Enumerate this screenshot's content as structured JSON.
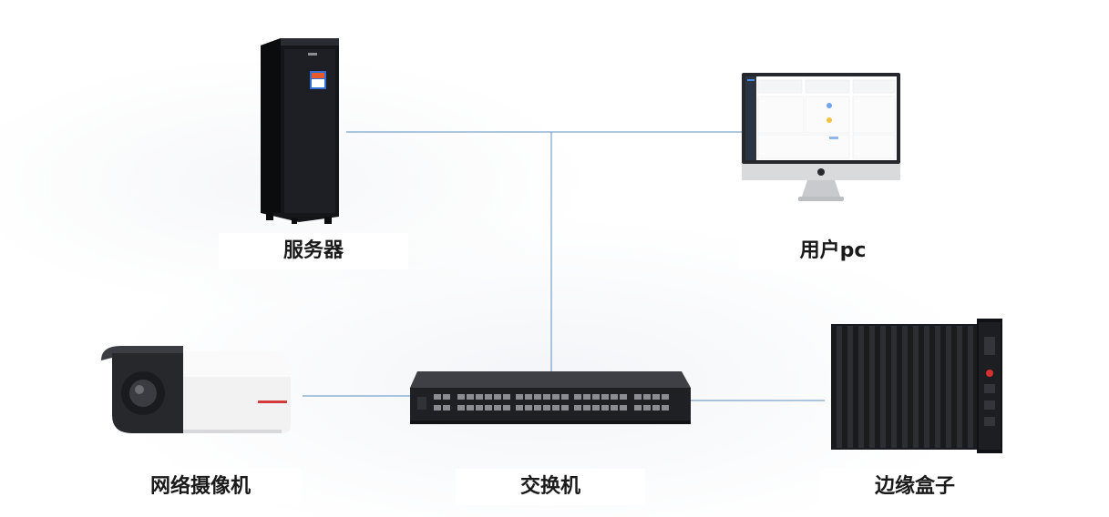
{
  "nodes": {
    "server": {
      "label": "服务器"
    },
    "user_pc": {
      "label": "用户pc"
    },
    "camera": {
      "label": "网络摄像机"
    },
    "switch": {
      "label": "交换机"
    },
    "edge_box": {
      "label": "边缘盒子"
    }
  },
  "edges": [
    {
      "from": "server",
      "to": "switch"
    },
    {
      "from": "user_pc",
      "to": "switch"
    },
    {
      "from": "camera",
      "to": "switch"
    },
    {
      "from": "edge_box",
      "to": "switch"
    }
  ],
  "colors": {
    "link": "#5b8fc2",
    "device_dark": "#1c1d21",
    "label_text": "#1a1a1a"
  }
}
